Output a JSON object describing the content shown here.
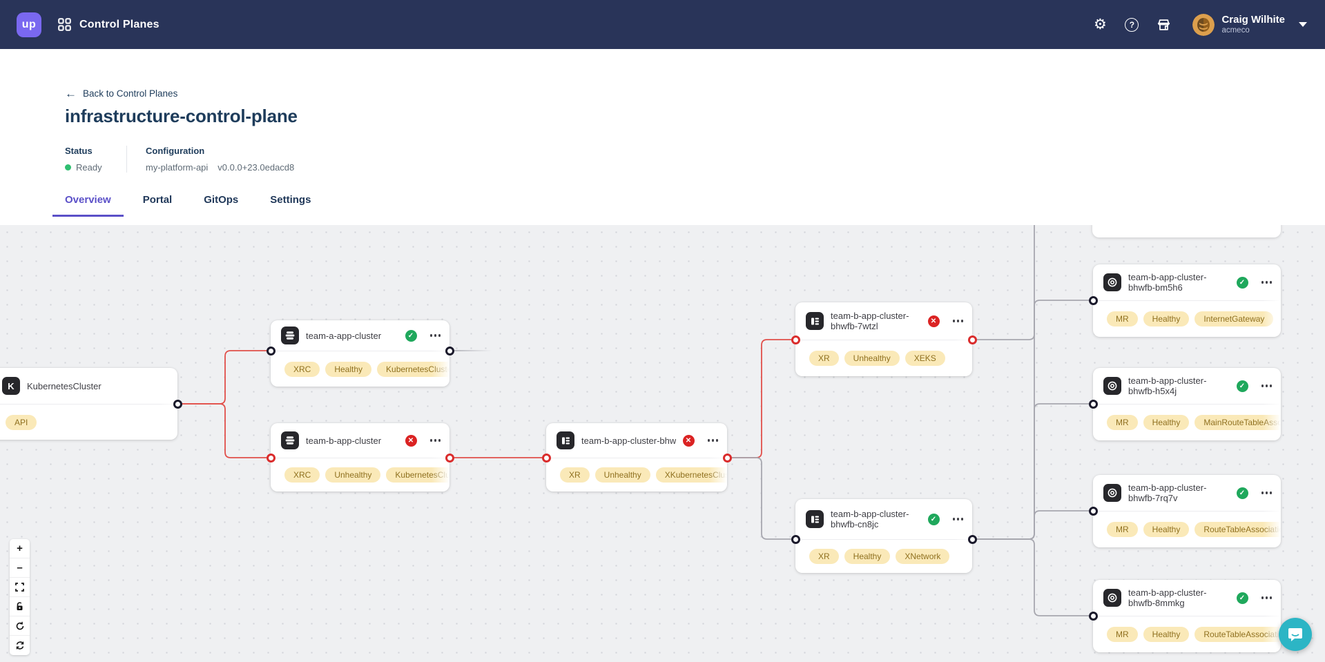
{
  "navbar": {
    "logo_text": "up",
    "app_title": "Control Planes",
    "user": {
      "name": "Craig Wilhite",
      "org": "acmeco"
    },
    "icons": [
      "grid-icon",
      "gear-icon",
      "help-icon",
      "marketplace-icon",
      "caret-down-icon"
    ]
  },
  "header": {
    "back_link": "Back to Control Planes",
    "title": "infrastructure-control-plane",
    "status": {
      "label": "Status",
      "value": "Ready"
    },
    "configuration": {
      "label": "Configuration",
      "name": "my-platform-api",
      "version": "v0.0.0+23.0edacd8"
    },
    "tabs": [
      {
        "label": "Overview",
        "active": true
      },
      {
        "label": "Portal",
        "active": false
      },
      {
        "label": "GitOps",
        "active": false
      },
      {
        "label": "Settings",
        "active": false
      }
    ]
  },
  "graph": {
    "nodes": [
      {
        "title": "KubernetesCluster",
        "icon": "kubernetes-cluster-icon",
        "status": "none",
        "badges": [
          "API"
        ]
      },
      {
        "title": "team-a-app-cluster",
        "icon": "claim-layers-icon",
        "status": "healthy",
        "badges": [
          "XRC",
          "Healthy",
          "KubernetesCluster"
        ]
      },
      {
        "title": "team-b-app-cluster",
        "icon": "claim-layers-icon",
        "status": "unhealthy",
        "badges": [
          "XRC",
          "Unhealthy",
          "KubernetesCluster"
        ]
      },
      {
        "title": "team-b-app-cluster-bhwfb",
        "icon": "composite-table-icon",
        "status": "unhealthy",
        "badges": [
          "XR",
          "Unhealthy",
          "XKubernetesCluster"
        ]
      },
      {
        "title": "team-b-app-cluster-bhwfb-7wtzl",
        "icon": "composite-table-icon",
        "status": "unhealthy",
        "badges": [
          "XR",
          "Unhealthy",
          "XEKS"
        ]
      },
      {
        "title": "team-b-app-cluster-bhwfb-cn8jc",
        "icon": "composite-table-icon",
        "status": "healthy",
        "badges": [
          "XR",
          "Healthy",
          "XNetwork"
        ]
      },
      {
        "title": "team-b-app-cluster-bhwfb-bm5h6",
        "icon": "managed-resource-icon",
        "status": "healthy",
        "badges": [
          "MR",
          "Healthy",
          "InternetGateway"
        ]
      },
      {
        "title": "team-b-app-cluster-bhwfb-h5x4j",
        "icon": "managed-resource-icon",
        "status": "healthy",
        "badges": [
          "MR",
          "Healthy",
          "MainRouteTableAssociation"
        ]
      },
      {
        "title": "team-b-app-cluster-bhwfb-7rq7v",
        "icon": "managed-resource-icon",
        "status": "healthy",
        "badges": [
          "MR",
          "Healthy",
          "RouteTableAssociation"
        ]
      },
      {
        "title": "team-b-app-cluster-bhwfb-8mmkg",
        "icon": "managed-resource-icon",
        "status": "healthy",
        "badges": [
          "MR",
          "Healthy",
          "RouteTableAssociation"
        ]
      }
    ],
    "controls": [
      "zoom-in",
      "zoom-out",
      "fit-view",
      "lock",
      "rotate",
      "reset"
    ]
  },
  "colors": {
    "navbar_bg": "#293459",
    "brand_purple": "#7A68F0",
    "accent_tab": "#5B50C8",
    "heading_navy": "#1E3C5B",
    "status_green": "#2FBF71",
    "node_green": "#1FA85C",
    "node_red": "#DB2323",
    "edge_red": "#E14F4A",
    "edge_gray": "#A7A7AF",
    "badge_bg": "#FAE9B8",
    "badge_text": "#8F701F",
    "chat_teal": "#2CB5C5"
  }
}
